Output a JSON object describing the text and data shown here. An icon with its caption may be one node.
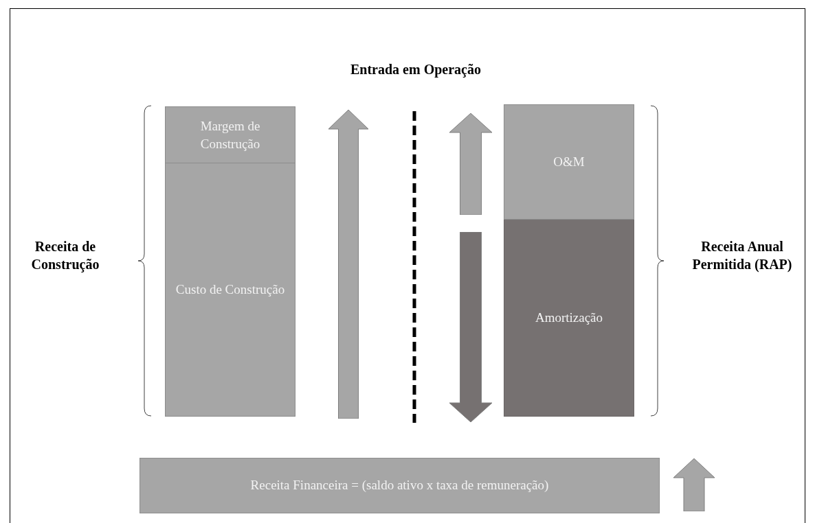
{
  "diagram": {
    "nodes": [
      {
        "text": [
          "Margem de Construção"
        ]
      },
      {
        "text": [
          "Custo de Construção"
        ]
      },
      {
        "text": [
          "O&M"
        ]
      },
      {
        "text": [
          "Amortização"
        ]
      },
      {
        "text": [
          "Receita Financeira = (saldo ativo x taxa de remuneração)"
        ]
      }
    ],
    "labels": [
      "Entrada em Operação",
      "Receita de Construção",
      "Receita Anual Permitida (RAP)"
    ]
  }
}
